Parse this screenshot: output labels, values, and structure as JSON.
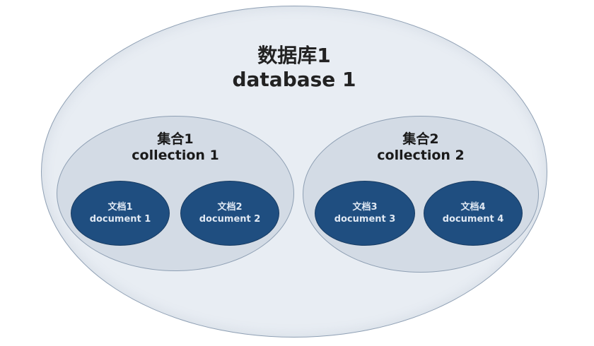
{
  "database": {
    "label_cn": "数据库1",
    "label_en": "database 1"
  },
  "collections": [
    {
      "label_cn": "集合1",
      "label_en": "collection 1",
      "documents": [
        {
          "label_cn": "文档1",
          "label_en": "document 1"
        },
        {
          "label_cn": "文档2",
          "label_en": "document 2"
        }
      ]
    },
    {
      "label_cn": "集合2",
      "label_en": "collection 2",
      "documents": [
        {
          "label_cn": "文档3",
          "label_en": "document 3"
        },
        {
          "label_cn": "文档4",
          "label_en": "document 4"
        }
      ]
    }
  ],
  "colors": {
    "database_fill": "#e8edf3",
    "collection_fill": "#d3dbe5",
    "document_fill": "#1f4e80",
    "outline": "#8e9fb3",
    "document_text": "#dfe8f3"
  }
}
